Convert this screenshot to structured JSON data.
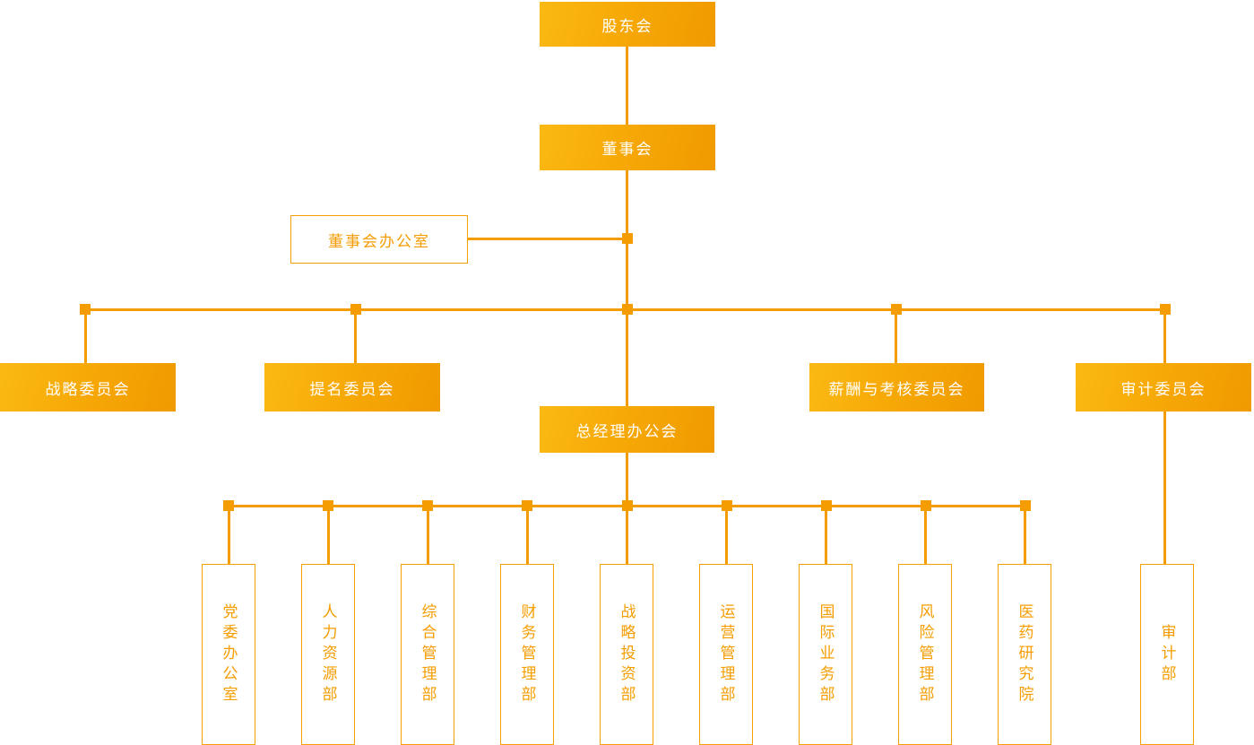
{
  "nodes": {
    "shareholders": "股东会",
    "board": "董事会",
    "board_office": "董事会办公室",
    "strategy_committee": "战略委员会",
    "nomination_committee": "提名委员会",
    "compensation_committee": "薪酬与考核委员会",
    "audit_committee": "审计委员会",
    "gm_office": "总经理办公会",
    "audit_department": "审计部"
  },
  "departments": [
    {
      "label": "党委办公室"
    },
    {
      "label": "人力资源部"
    },
    {
      "label": "综合管理部"
    },
    {
      "label": "财务管理部"
    },
    {
      "label": "战略投资部"
    },
    {
      "label": "运营管理部"
    },
    {
      "label": "国际业务部"
    },
    {
      "label": "风险管理部"
    },
    {
      "label": "医药研究院"
    }
  ],
  "colors": {
    "line": "#F59C00",
    "box_gradient_start": "#FBB913",
    "box_gradient_end": "#F09A00",
    "box_text": "#FFFFFF",
    "outline_border": "#F5A000",
    "outline_text": "#F59C00",
    "background": "#FFFFFF"
  }
}
